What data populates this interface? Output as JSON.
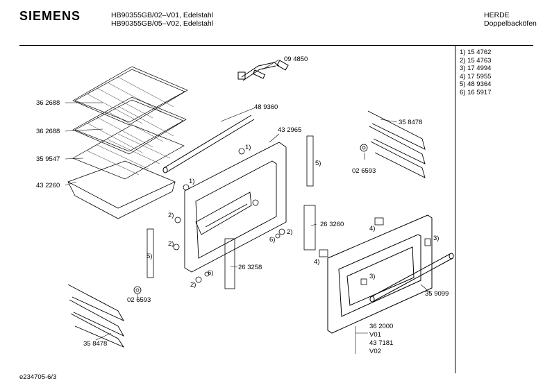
{
  "header": {
    "brand": "SIEMENS",
    "model_line1": "HB90355GB/02–V01, Edelstahl",
    "model_line2": "HB90355GB/05–V02, Edelstahl",
    "category_line1": "HERDE",
    "category_line2": "Doppelbacköfen"
  },
  "legend": [
    "1) 15 4762",
    "2) 15 4763",
    "3) 17 4994",
    "4) 17 5955",
    "5) 48 9364",
    "6) 16 5917"
  ],
  "parts": {
    "p094850": "09 4850",
    "p489360": "48 9360",
    "p362688a": "36 2688",
    "p362688b": "36 2688",
    "p359547": "35 9547",
    "p432260": "43 2260",
    "p432965": "43 2965",
    "p358478a": "35 8478",
    "p026593a": "02 6593",
    "p263260": "26 3260",
    "p263258": "26 3258",
    "p026593b": "02 6593",
    "p358478b": "35 8478",
    "p359099": "35 9099",
    "p362000": "36 2000",
    "v01": "V01",
    "p437181": "43 7181",
    "v02": "V02"
  },
  "callouts": {
    "c1a": "1)",
    "c1b": "1)",
    "c2a": "2)",
    "c2b": "2)",
    "c2c": "2)",
    "c2d": "2)",
    "c3a": "3)",
    "c3b": "3)",
    "c4a": "4)",
    "c4b": "4)",
    "c5a": "5)",
    "c5b": "5)",
    "c6a": "6)",
    "c6b": "6)"
  },
  "footer": {
    "drawing_id": "e234705-6/3"
  }
}
